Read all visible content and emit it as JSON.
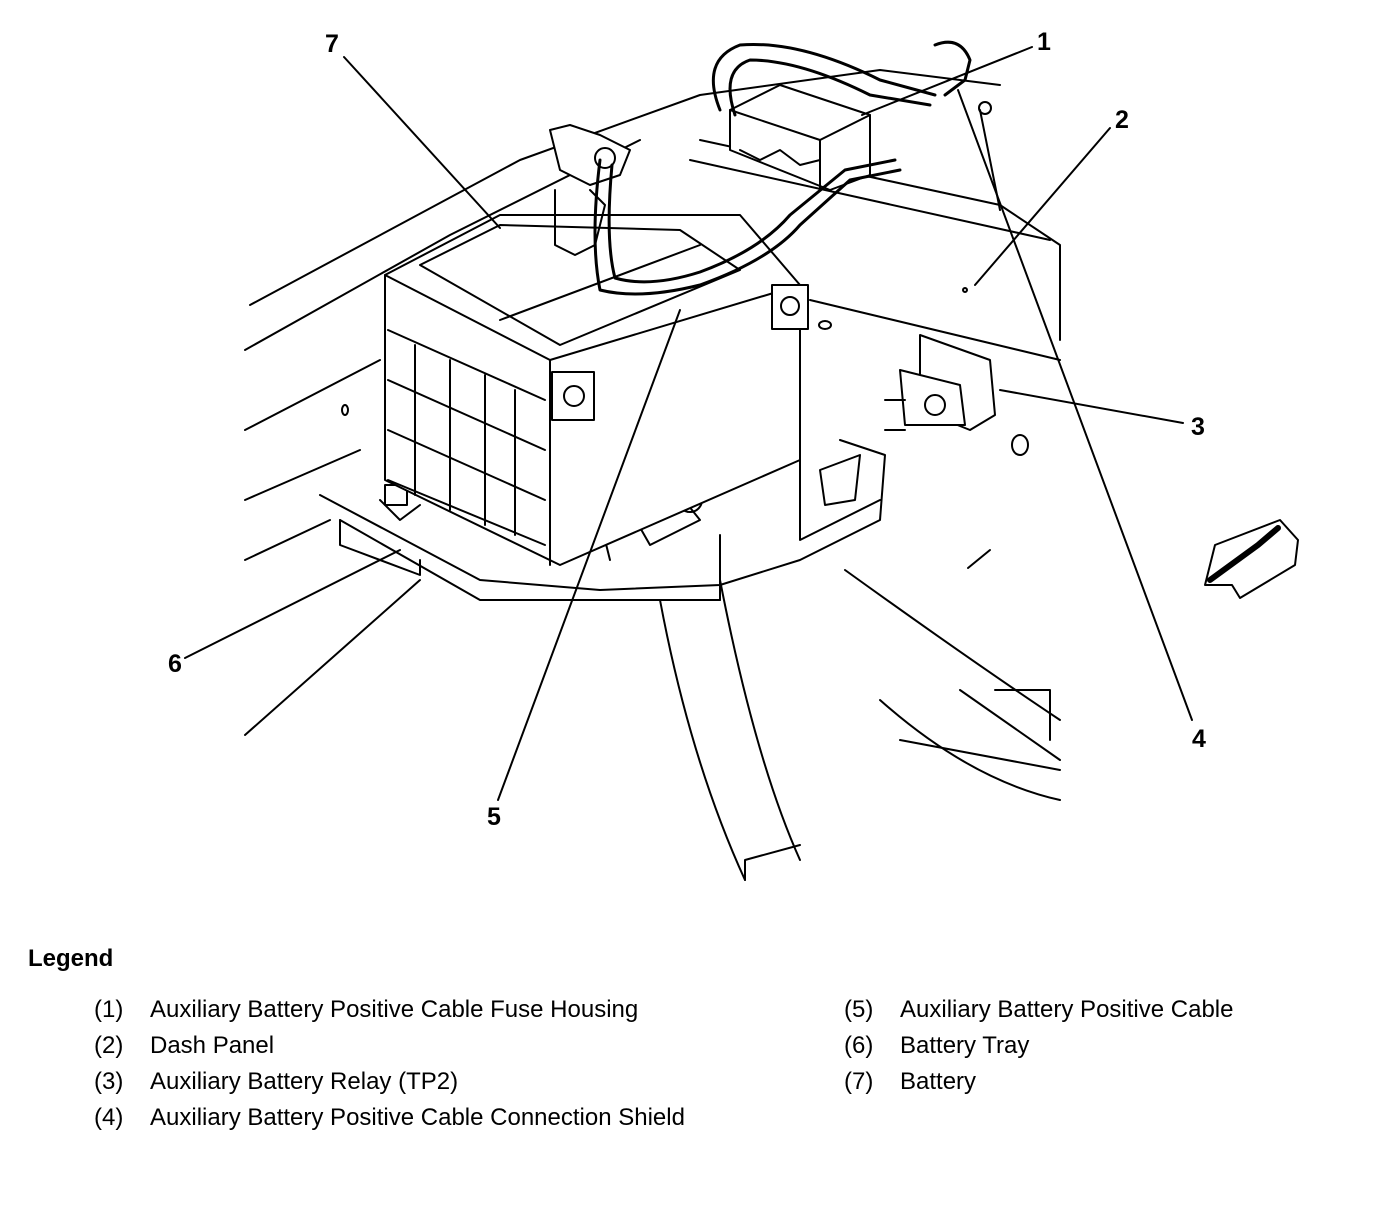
{
  "callouts": [
    {
      "id": "1",
      "label": "1"
    },
    {
      "id": "2",
      "label": "2"
    },
    {
      "id": "3",
      "label": "3"
    },
    {
      "id": "4",
      "label": "4"
    },
    {
      "id": "5",
      "label": "5"
    },
    {
      "id": "6",
      "label": "6"
    },
    {
      "id": "7",
      "label": "7"
    }
  ],
  "legend": {
    "title": "Legend",
    "items": [
      {
        "num": "(1)",
        "text": "Auxiliary Battery Positive Cable Fuse Housing"
      },
      {
        "num": "(2)",
        "text": "Dash Panel"
      },
      {
        "num": "(3)",
        "text": "Auxiliary Battery Relay (TP2)"
      },
      {
        "num": "(4)",
        "text": "Auxiliary Battery Positive Cable Connection Shield"
      },
      {
        "num": "(5)",
        "text": "Auxiliary Battery Positive Cable"
      },
      {
        "num": "(6)",
        "text": "Battery Tray"
      },
      {
        "num": "(7)",
        "text": "Battery"
      }
    ]
  }
}
